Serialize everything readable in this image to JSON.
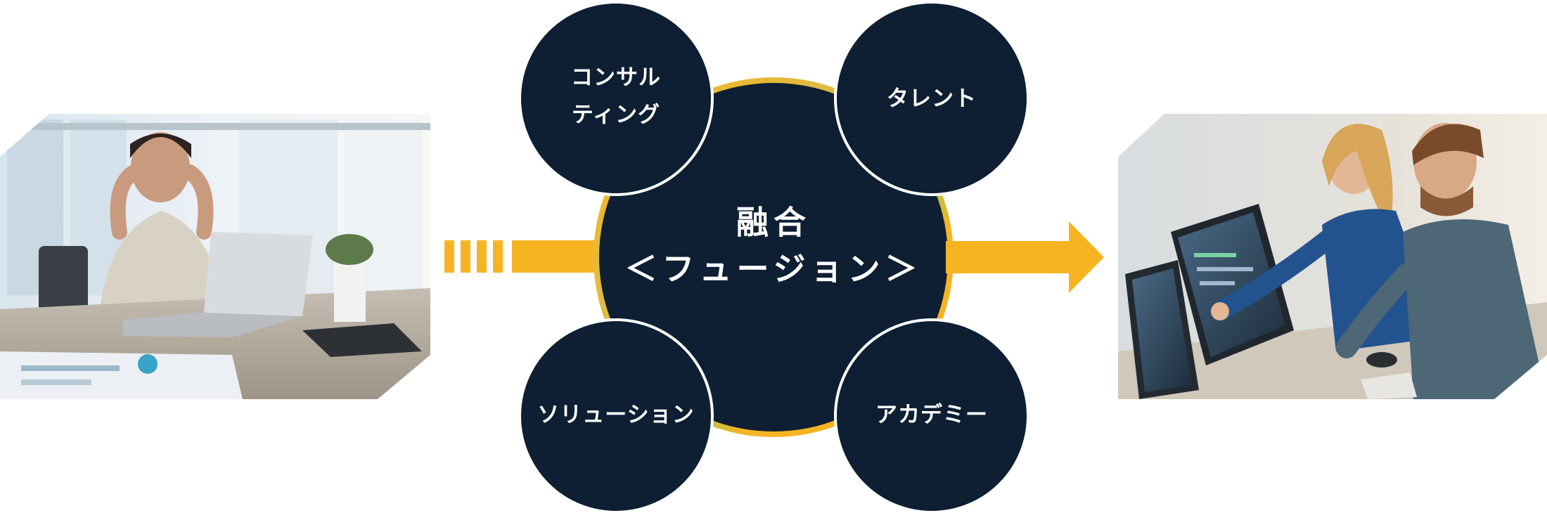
{
  "center": {
    "line1": "融合",
    "line2": "＜フュージョン＞"
  },
  "satellites": [
    {
      "name": "consulting",
      "line1": "コンサル",
      "line2": "ティング"
    },
    {
      "name": "talent",
      "line1": "タレント",
      "line2": ""
    },
    {
      "name": "solution",
      "line1": "ソリューション",
      "line2": ""
    },
    {
      "name": "academy",
      "line1": "アカデミー",
      "line2": ""
    }
  ],
  "colors": {
    "navy": "#0e1f33",
    "orange": "#f7b422",
    "green": "#8ccc6a",
    "white": "#ffffff"
  },
  "photos": {
    "left": "stressed-woman-at-laptop-photo",
    "right": "team-pointing-at-monitors-photo"
  }
}
